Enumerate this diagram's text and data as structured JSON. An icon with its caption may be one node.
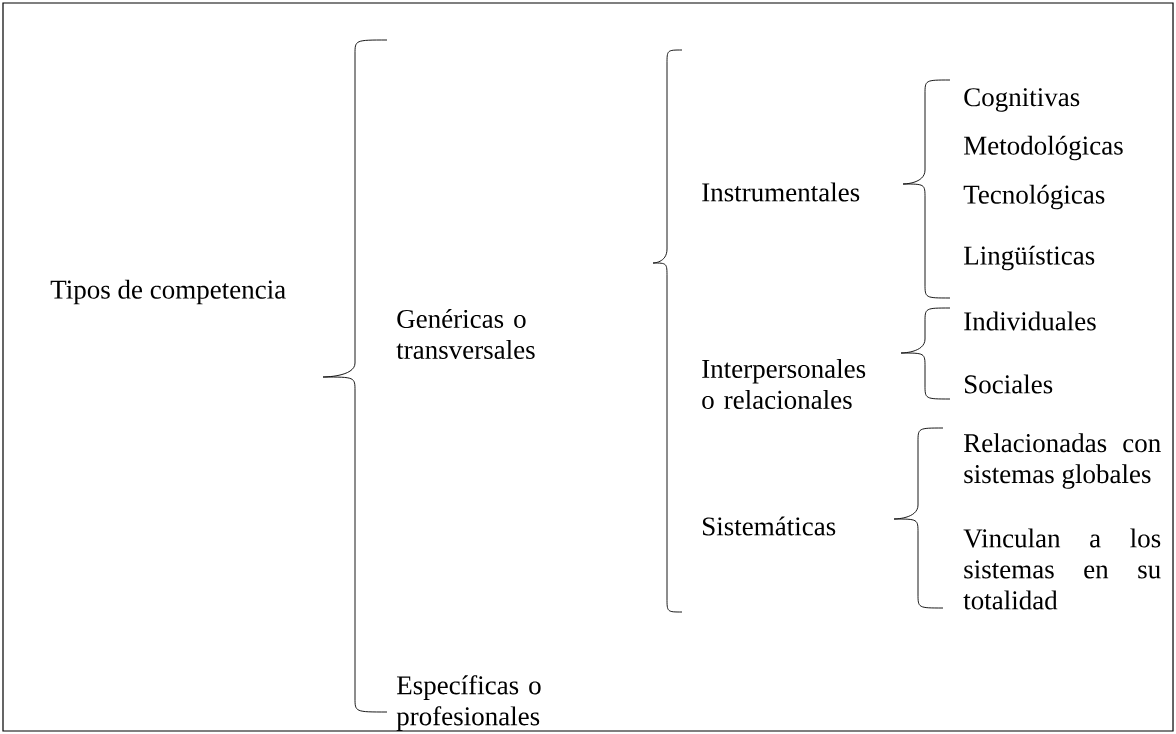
{
  "diagram": {
    "labels": [
      "Tipos de competencia",
      "Genéricas o transversales",
      "Instrumentales",
      "Cognitivas",
      "Metodológicas",
      "Tecnológicas",
      "Lingüísticas",
      "Interpersonales o relacionales",
      "Individuales",
      "Sociales",
      "Sistemáticas",
      "Relacionadas con sistemas globales",
      "Vinculan a los sistemas en su totalidad",
      "Específicas o profesionales"
    ]
  }
}
